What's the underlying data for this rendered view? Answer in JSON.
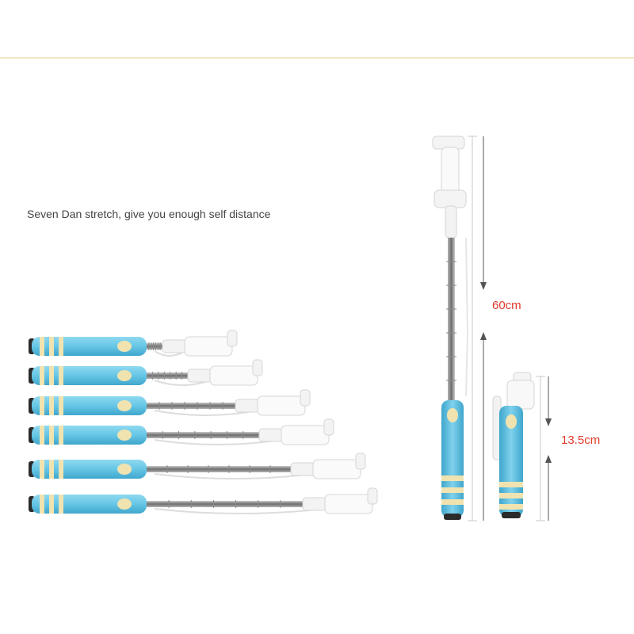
{
  "caption": "Seven Dan stretch, give you enough self distance",
  "measurements": {
    "extended_length": "60cm",
    "folded_length": "13.5cm"
  },
  "colors": {
    "handle": "#66c6e6",
    "handle_dark": "#3fa6cc",
    "band": "#f0e3b0",
    "rod": "#8b8b8b",
    "clamp": "#f6f6f6",
    "accent_line": "#f2e6c6",
    "measure_text": "#e03a2a"
  }
}
